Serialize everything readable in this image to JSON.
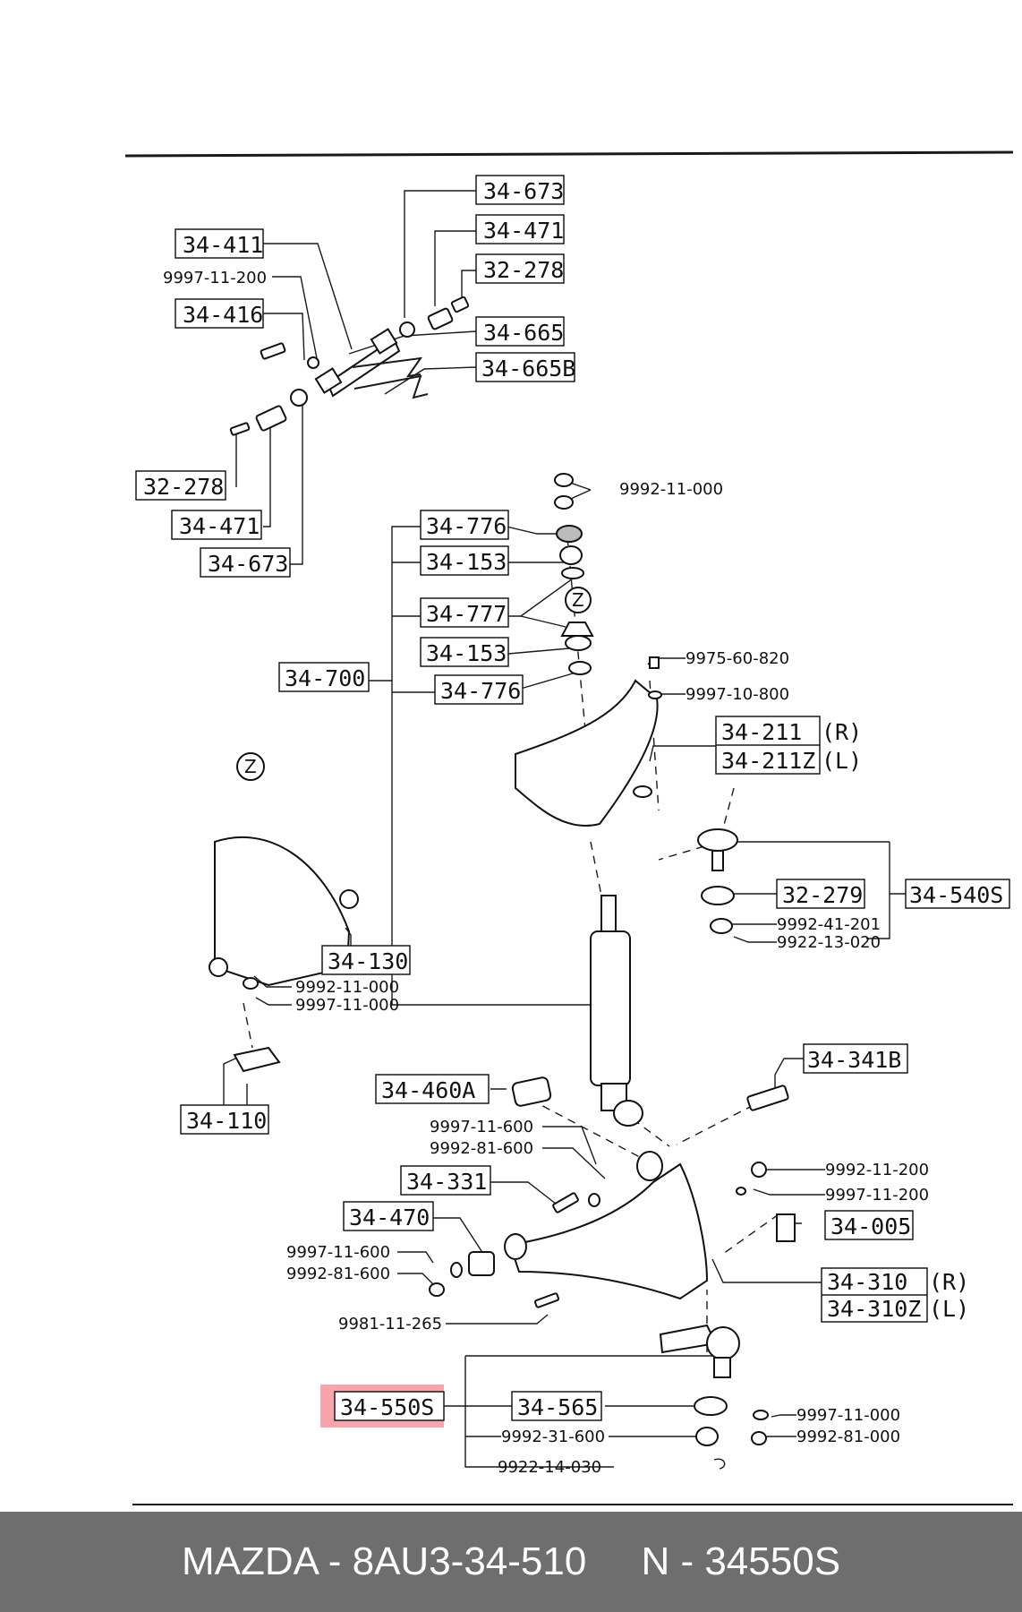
{
  "parts": [
    {
      "id": "p1",
      "text": "34-673"
    },
    {
      "id": "p2",
      "text": "34-471"
    },
    {
      "id": "p3",
      "text": "32-278"
    },
    {
      "id": "p4",
      "text": "34-411"
    },
    {
      "id": "p5",
      "text": "9997-11-200"
    },
    {
      "id": "p6",
      "text": "34-416"
    },
    {
      "id": "p7",
      "text": "34-665"
    },
    {
      "id": "p8",
      "text": "34-665B"
    },
    {
      "id": "p9",
      "text": "32-278"
    },
    {
      "id": "p10",
      "text": "34-471"
    },
    {
      "id": "p11",
      "text": "34-673"
    },
    {
      "id": "p12",
      "text": "9992-11-000"
    },
    {
      "id": "p13",
      "text": "34-776"
    },
    {
      "id": "p14",
      "text": "34-153"
    },
    {
      "id": "p15",
      "text": "34-777"
    },
    {
      "id": "p16",
      "text": "34-153"
    },
    {
      "id": "p17",
      "text": "34-700"
    },
    {
      "id": "p18",
      "text": "34-776"
    },
    {
      "id": "p19",
      "text": "9975-60-820"
    },
    {
      "id": "p20",
      "text": "9997-10-800"
    },
    {
      "id": "p21",
      "text": "34-211"
    },
    {
      "id": "p22",
      "text": "(R)"
    },
    {
      "id": "p23",
      "text": "34-211Z"
    },
    {
      "id": "p24",
      "text": "(L)"
    },
    {
      "id": "p25",
      "text": "32-279"
    },
    {
      "id": "p26",
      "text": "34-540S"
    },
    {
      "id": "p27",
      "text": "9992-41-201"
    },
    {
      "id": "p28",
      "text": "9922-13-020"
    },
    {
      "id": "p29",
      "text": "34-130"
    },
    {
      "id": "p30",
      "text": "9992-11-000"
    },
    {
      "id": "p31",
      "text": "9997-11-000"
    },
    {
      "id": "p32",
      "text": "34-110"
    },
    {
      "id": "p33",
      "text": "34-341B"
    },
    {
      "id": "p34",
      "text": "34-460A"
    },
    {
      "id": "p35",
      "text": "9997-11-600"
    },
    {
      "id": "p36",
      "text": "9992-81-600"
    },
    {
      "id": "p37",
      "text": "34-331"
    },
    {
      "id": "p38",
      "text": "9992-11-200"
    },
    {
      "id": "p39",
      "text": "9997-11-200"
    },
    {
      "id": "p40",
      "text": "34-470"
    },
    {
      "id": "p41",
      "text": "34-005"
    },
    {
      "id": "p42",
      "text": "9997-11-600"
    },
    {
      "id": "p43",
      "text": "9992-81-600"
    },
    {
      "id": "p44",
      "text": "34-310"
    },
    {
      "id": "p45",
      "text": "(R)"
    },
    {
      "id": "p46",
      "text": "34-310Z"
    },
    {
      "id": "p47",
      "text": "(L)"
    },
    {
      "id": "p48",
      "text": "9981-11-265"
    },
    {
      "id": "p49",
      "text": "34-550S"
    },
    {
      "id": "p50",
      "text": "34-565"
    },
    {
      "id": "p51",
      "text": "9997-11-000"
    },
    {
      "id": "p52",
      "text": "9992-31-600"
    },
    {
      "id": "p53",
      "text": "9992-81-000"
    },
    {
      "id": "p54",
      "text": "9922-14-030"
    }
  ],
  "detail_marks": [
    {
      "id": "z1",
      "text": "Z"
    },
    {
      "id": "z2",
      "text": "Z"
    }
  ],
  "highlight_color": "#f0505a",
  "footer": {
    "text": "MAZDA - 8AU3-34-510     N - 34550S"
  }
}
